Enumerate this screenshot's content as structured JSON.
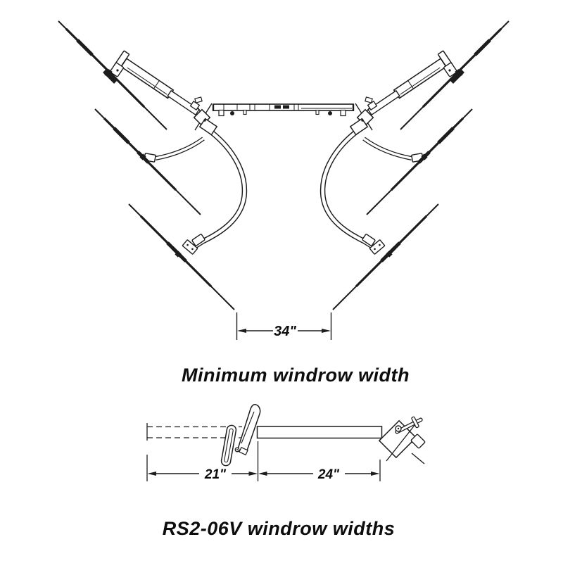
{
  "page": {
    "background_color": "#ffffff",
    "line_color": "#1c1c1c",
    "text_color": "#0d0d0d"
  },
  "front_view": {
    "caption": "Minimum windrow width",
    "min_windrow_width": "34\""
  },
  "side_view": {
    "caption": "RS2-06V windrow widths",
    "dim_left": "21\"",
    "dim_right": "24\""
  }
}
